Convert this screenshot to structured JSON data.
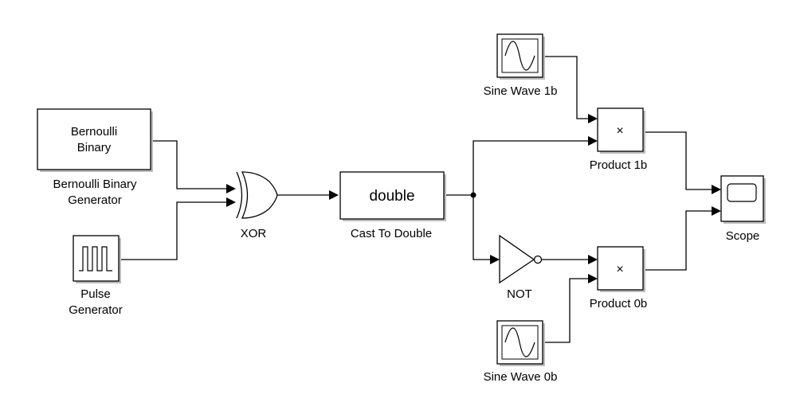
{
  "blocks": {
    "bernoulli": {
      "inner_line1": "Bernoulli",
      "inner_line2": "Binary",
      "label_line1": "Bernoulli Binary",
      "label_line2": "Generator"
    },
    "pulse": {
      "label_line1": "Pulse",
      "label_line2": "Generator"
    },
    "xor": {
      "label": "XOR"
    },
    "cast": {
      "inner": "double",
      "label": "Cast To Double"
    },
    "sine1b": {
      "label": "Sine Wave 1b"
    },
    "sine0b": {
      "label": "Sine Wave 0b"
    },
    "product1b": {
      "symbol": "×",
      "label": "Product 1b"
    },
    "product0b": {
      "symbol": "×",
      "label": "Product 0b"
    },
    "not": {
      "label": "NOT"
    },
    "scope": {
      "label": "Scope"
    }
  },
  "icons": [
    "sine-wave-icon",
    "pulse-train-icon",
    "xor-gate-icon",
    "not-gate-icon",
    "scope-screen-icon"
  ]
}
